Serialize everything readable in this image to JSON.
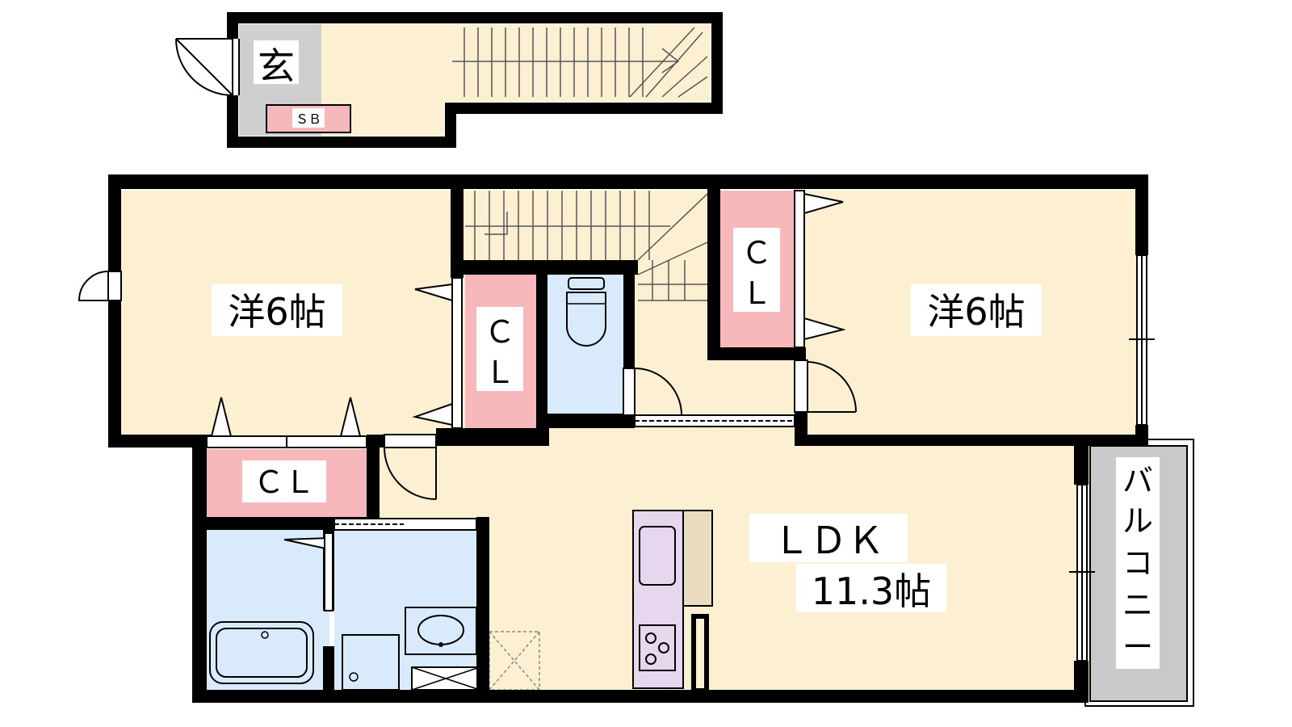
{
  "rooms": {
    "genkan": "玄",
    "shoe_box": "ＳＢ",
    "western_left": "洋6帖",
    "western_right": "洋6帖",
    "closet_left_vertical": [
      "Ｃ",
      "Ｌ"
    ],
    "closet_right_vertical": [
      "Ｃ",
      "Ｌ"
    ],
    "closet_bottom": "ＣＬ",
    "ldk_line1": "ＬＤＫ",
    "ldk_line2": "11.3帖",
    "balcony": [
      "バ",
      "ル",
      "コ",
      "ニ",
      "ー"
    ]
  },
  "colors": {
    "floor": "#fdf0d2",
    "closet": "#f6b8bb",
    "wet_area": "#d9eafc",
    "entrance_floor": "#cfcfcf",
    "balcony": "#c9c9c9",
    "kitchen": "#e6d6ee",
    "counter": "#ecdcbf",
    "wall": "#000000"
  }
}
